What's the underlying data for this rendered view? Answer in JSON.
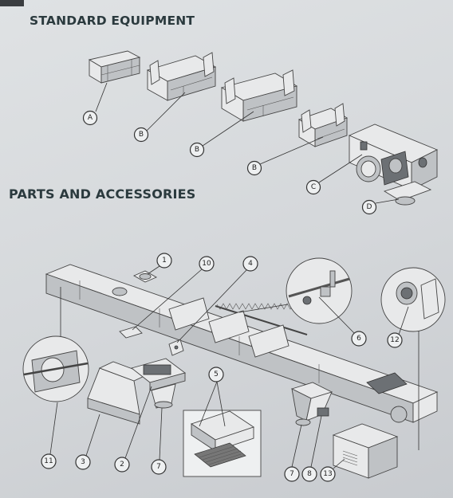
{
  "headings": {
    "standard": "STANDARD EQUIPMENT",
    "parts": "PARTS AND ACCESSORIES"
  },
  "standard_callouts": [
    "A",
    "B",
    "B",
    "B",
    "C",
    "D"
  ],
  "parts_callouts": [
    "1",
    "10",
    "4",
    "6",
    "12",
    "11",
    "5",
    "3",
    "2",
    "7",
    "7",
    "8",
    "13"
  ]
}
